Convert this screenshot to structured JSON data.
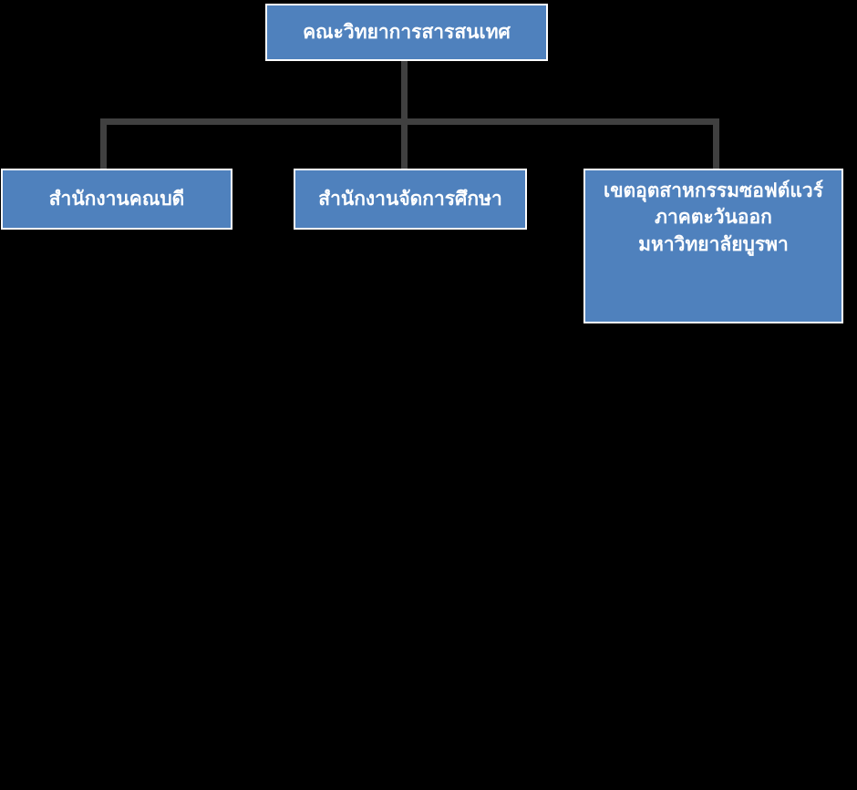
{
  "diagram": {
    "type": "org-chart",
    "root": {
      "label": "คณะวิทยาการสารสนเทศ"
    },
    "children": [
      {
        "label": "สำนักงานคณบดี"
      },
      {
        "label": "สำนักงานจัดการศึกษา"
      },
      {
        "label": "เขตอุตสาหกรรมซอฟต์แวร์\nภาคตะวันออก\nมหาวิทยาลัยบูรพา"
      }
    ],
    "colors": {
      "background": "#000000",
      "node_fill": "#4f81bd",
      "node_border": "#ffffff",
      "node_text": "#ffffff",
      "connector": "#404040"
    }
  }
}
